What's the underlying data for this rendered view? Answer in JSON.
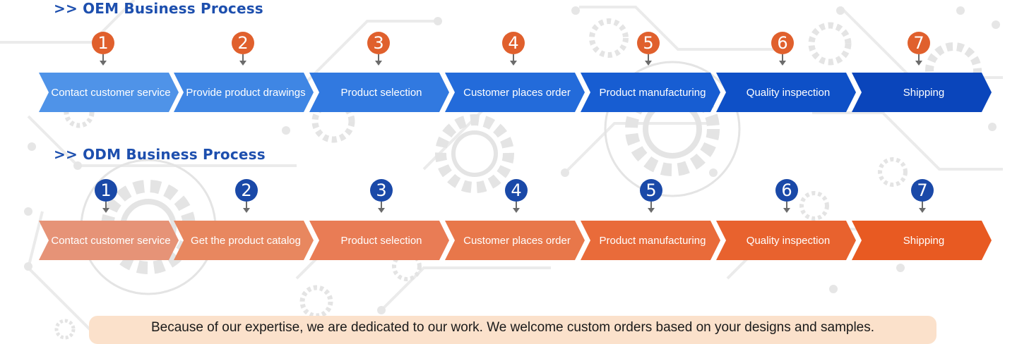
{
  "oem": {
    "title": ">> OEM Business Process",
    "steps": [
      {
        "number": "1",
        "label": "Contact customer service",
        "color": "#4f93e8"
      },
      {
        "number": "2",
        "label": "Provide product drawings",
        "color": "#3f86e4"
      },
      {
        "number": "3",
        "label": "Product selection",
        "color": "#3179e0"
      },
      {
        "number": "4",
        "label": "Customer places order",
        "color": "#236bda"
      },
      {
        "number": "5",
        "label": "Product manufacturing",
        "color": "#175dd2"
      },
      {
        "number": "6",
        "label": "Quality inspection",
        "color": "#0e50c7"
      },
      {
        "number": "7",
        "label": "Shipping",
        "color": "#0a45bb"
      }
    ],
    "marker_color": "#e0602d"
  },
  "odm": {
    "title": ">> ODM Business Process",
    "steps": [
      {
        "number": "1",
        "label": "Contact customer service",
        "color": "#e69377"
      },
      {
        "number": "2",
        "label": "Get the product catalog",
        "color": "#e8875f"
      },
      {
        "number": "3",
        "label": "Product selection",
        "color": "#e97c55"
      },
      {
        "number": "4",
        "label": "Customer places order",
        "color": "#e8774a"
      },
      {
        "number": "5",
        "label": "Product manufacturing",
        "color": "#e96b3a"
      },
      {
        "number": "6",
        "label": "Quality inspection",
        "color": "#e8622e"
      },
      {
        "number": "7",
        "label": "Shipping",
        "color": "#e85a22"
      }
    ],
    "marker_color": "#1a49a8"
  },
  "banner": {
    "text": "Because of our expertise, we are dedicated to our work. We welcome custom orders based on your designs and samples."
  }
}
